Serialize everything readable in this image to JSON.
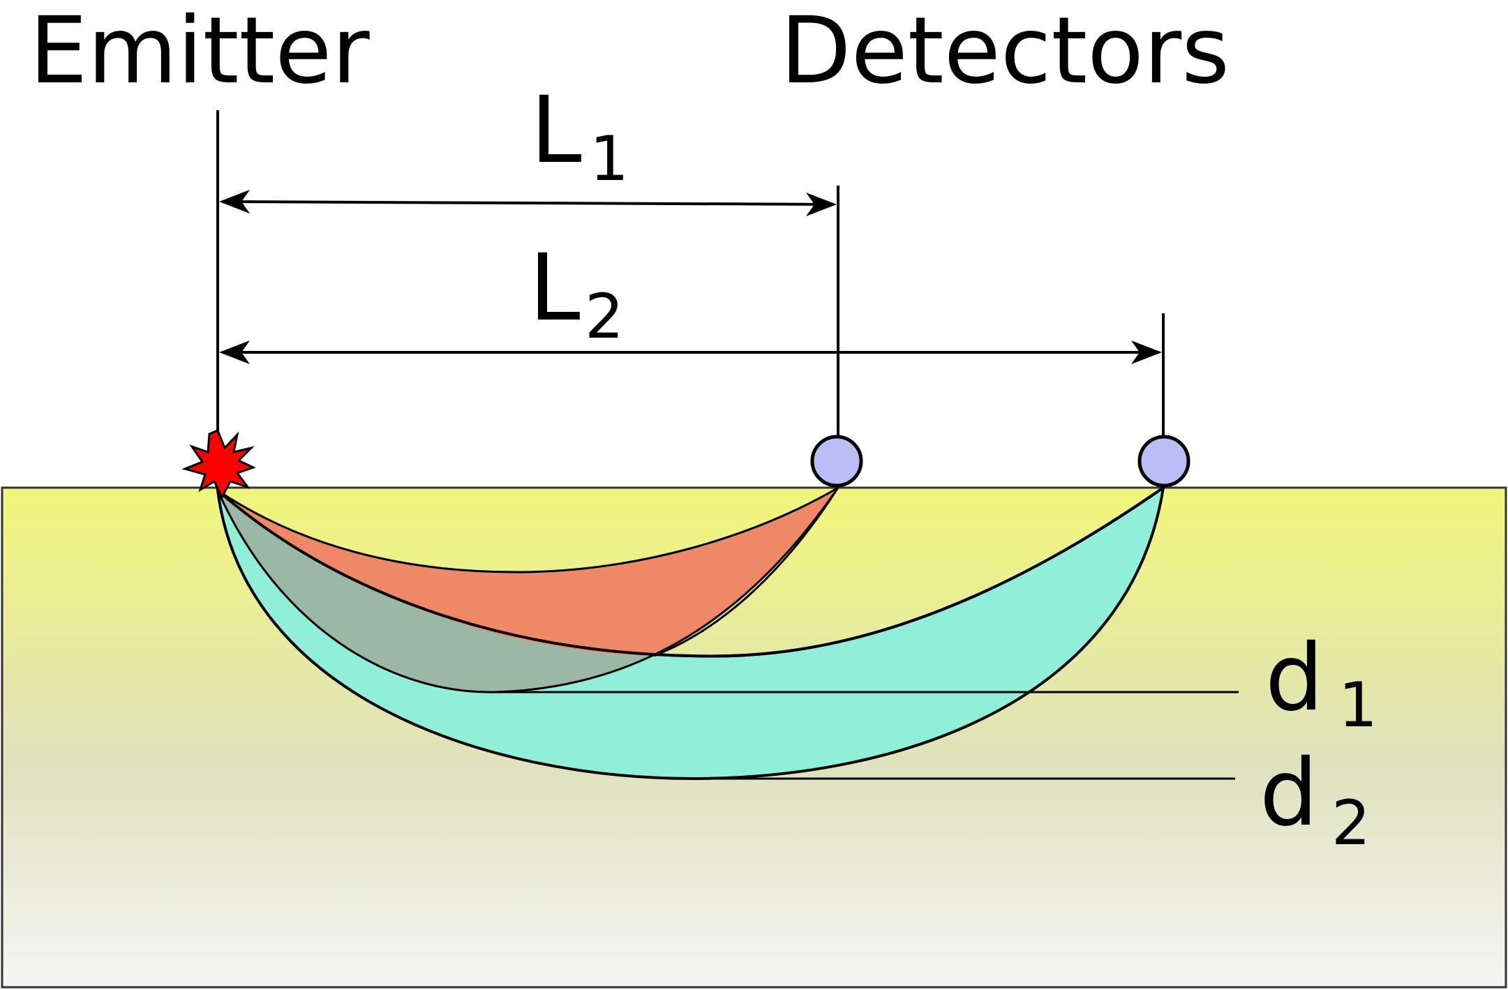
{
  "labels": {
    "emitter": "Emitter",
    "detectors": "Detectors",
    "L1_main": "L",
    "L1_sub": "1",
    "L2_main": "L",
    "L2_sub": "2",
    "d1_main": "d",
    "d1_sub": "1",
    "d2_main": "d",
    "d2_sub": "2"
  },
  "colors": {
    "emitter_star": "#ff0000",
    "detector_fill": "#bbbdf6",
    "region_shallow": "#ee8866",
    "region_deep": "#8fefd8",
    "overlap": "#9ab8a4",
    "medium_top": "#f1f67a",
    "medium_bottom": "#f5f5f5"
  }
}
